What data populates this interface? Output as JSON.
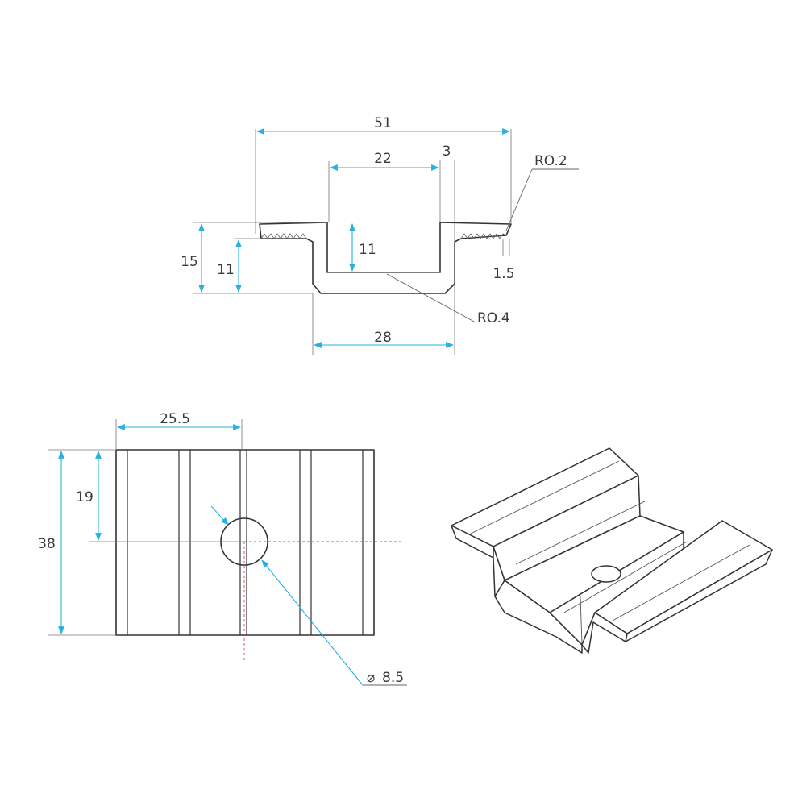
{
  "colors": {
    "dimension": "#2ab0e0",
    "outline": "#333333",
    "centerline": "#e04040"
  },
  "profile_view": {
    "dim_overall_width": "51",
    "dim_channel_inner_width": "22",
    "dim_wall_thickness": "3",
    "dim_corner_radius_top": "RO.2",
    "dim_total_height": "15",
    "dim_wing_height": "11",
    "dim_channel_depth": "11",
    "dim_serration_depth": "1.5",
    "dim_corner_radius_bottom": "RO.4",
    "dim_channel_outer_width": "28"
  },
  "plan_view": {
    "dim_half_width": "25.5",
    "dim_hole_offset": "19",
    "dim_length": "38",
    "dim_hole_diameter": "8.5",
    "diameter_symbol": "⌀"
  },
  "isometric_view": {
    "icon": "mid-clamp-3d-icon"
  }
}
